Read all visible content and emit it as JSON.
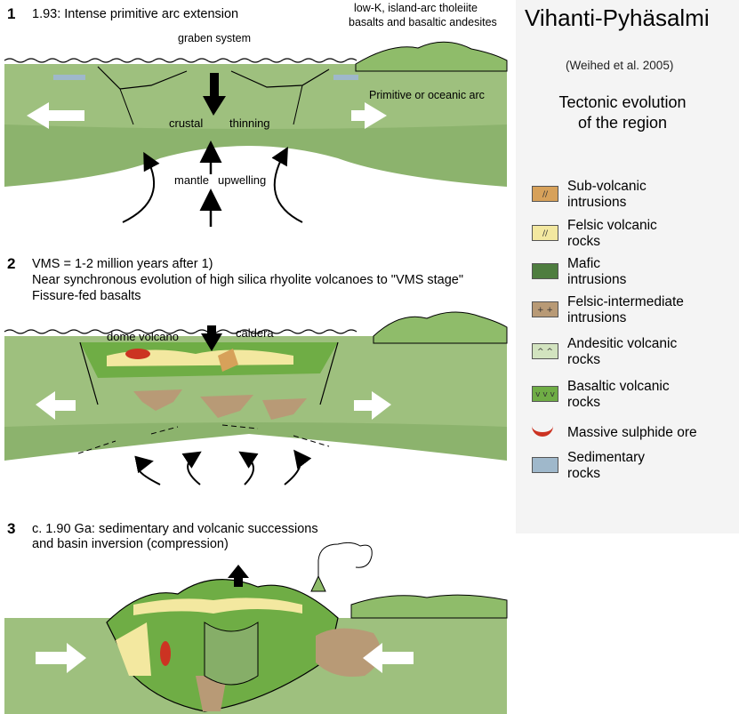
{
  "title": "Vihanti-Pyhäsalmi",
  "reference": "(Weihed et al. 2005)",
  "subtitle_lines": [
    "Tectonic evolution",
    "of the region"
  ],
  "panels": [
    {
      "number": "1",
      "caption_lines": [
        "1.93: Intense primitive arc extension"
      ],
      "labels": {
        "graben": "graben  system",
        "tholeiite_line1": "low-K, island-arc tholeiite",
        "tholeiite_line2": "basalts and basaltic andesites",
        "arc": "Primitive or oceanic arc",
        "crustal": "crustal",
        "thinning": "thinning",
        "mantle": "mantle",
        "upwelling": "upwelling"
      }
    },
    {
      "number": "2",
      "caption_lines": [
        "VMS = 1-2 million years after 1)",
        "Near synchronous evolution of high silica rhyolite volcanoes to \"VMS stage\"",
        "Fissure-fed basalts"
      ],
      "labels": {
        "dome": "dome volcano",
        "caldera": "caldera"
      }
    },
    {
      "number": "3",
      "caption_lines": [
        "c. 1.90 Ga: sedimentary and volcanic successions",
        "and basin inversion (compression)"
      ],
      "labels": {}
    }
  ],
  "legend": [
    {
      "label": "Sub-volcanic\nintrusions",
      "color": "#d7a15a",
      "pattern": "slash",
      "icon": "sub-volcanic-swatch"
    },
    {
      "label": "Felsic volcanic\nrocks",
      "color": "#f3e8a0",
      "pattern": "slash",
      "icon": "felsic-volcanic-swatch"
    },
    {
      "label": "Mafic\nintrusions",
      "color": "#4e7d3f",
      "pattern": "none",
      "icon": "mafic-swatch"
    },
    {
      "label": "Felsic-intermediate\nintrusions",
      "color": "#b89a76",
      "pattern": "plus",
      "icon": "felsic-intermediate-swatch"
    },
    {
      "label": "Andesitic volcanic\nrocks",
      "color": "#d2e3bf",
      "pattern": "caret",
      "icon": "andesitic-swatch"
    },
    {
      "label": "Basaltic volcanic\nrocks",
      "color": "#6fad45",
      "pattern": "vee",
      "icon": "basaltic-swatch"
    },
    {
      "label": "Massive sulphide ore",
      "color": "#cc3322",
      "pattern": "crescent",
      "icon": "sulphide-ore-icon"
    },
    {
      "label": "Sedimentary\nrocks",
      "color": "#9fb8cb",
      "pattern": "none",
      "icon": "sedimentary-swatch"
    }
  ],
  "colors": {
    "crust": "#9ec07e",
    "crust_dark": "#86ae68",
    "mantle": "#ffffff",
    "water_line": "#000000",
    "arrow_white": "#ffffff",
    "arrow_black": "#000000"
  }
}
